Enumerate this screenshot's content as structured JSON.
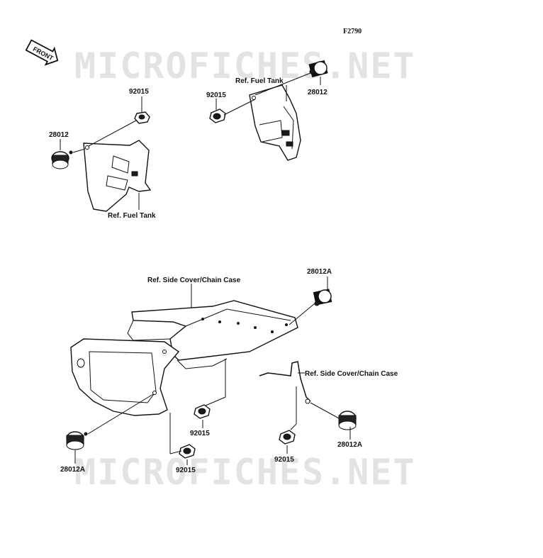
{
  "figure_code": "F2790",
  "front_badge": "FRONT",
  "watermark": "MICROFICHES.NET",
  "labels": {
    "tl_92015": "92015",
    "tl_28012": "28012",
    "tl_ref_fuel_tank": "Ref. Fuel Tank",
    "tr_92015": "92015",
    "tr_ref_fuel_tank": "Ref. Fuel Tank",
    "tr_28012": "28012",
    "b_ref_side_cover": "Ref. Side Cover/Chain Case",
    "b_28012a_top": "28012A",
    "b_ref_side_cover_right": "Ref. Side Cover/Chain Case",
    "b_28012a_right": "28012A",
    "b_92015_center": "92015",
    "b_92015_right": "92015",
    "b_28012a_left": "28012A",
    "b_92015_bottom": "92015"
  }
}
